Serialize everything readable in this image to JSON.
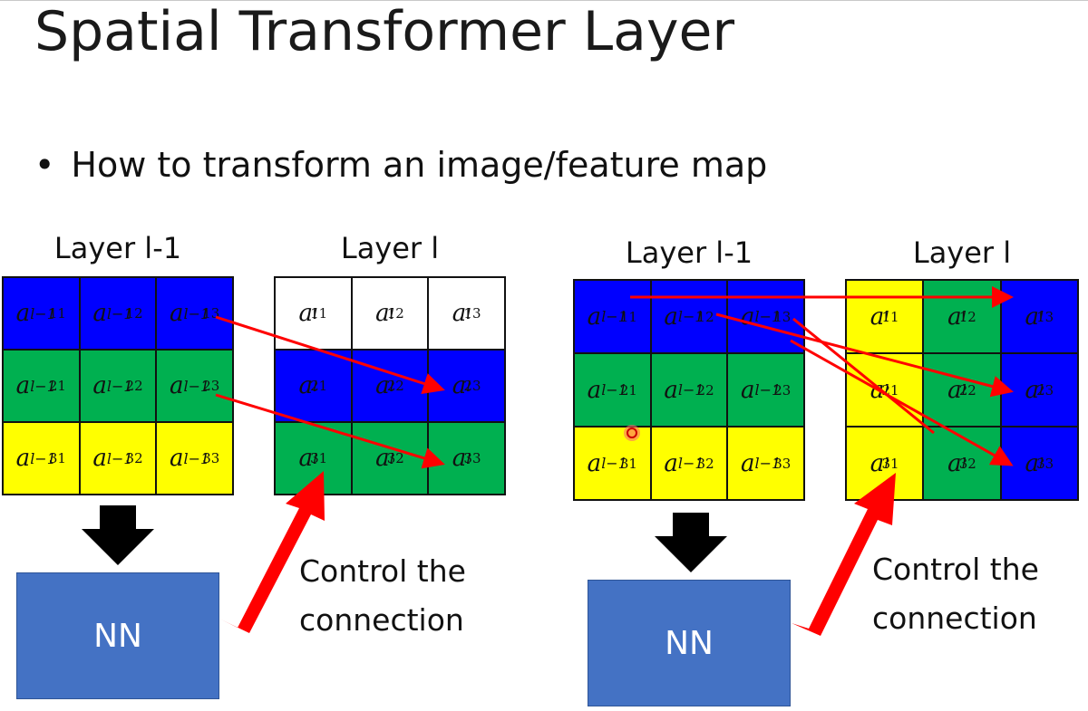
{
  "slide": {
    "title": "Spatial Transformer Layer",
    "bullet_glyph": "•",
    "bullet": "How to transform an image/feature map"
  },
  "colors": {
    "blue": "#0000ff",
    "green": "#00b050",
    "yellow": "#ffff00",
    "white": "#ffffff",
    "nn_box": "#4472c4",
    "arrow_red": "#ff0000",
    "arrow_black": "#000000"
  },
  "left_diagram": {
    "input_label": "Layer l-1",
    "output_label": "Layer l",
    "input_grid": [
      [
        {
          "sup": "l−1",
          "sub": "11",
          "color": "blue"
        },
        {
          "sup": "l−1",
          "sub": "12",
          "color": "blue"
        },
        {
          "sup": "l−1",
          "sub": "13",
          "color": "blue"
        }
      ],
      [
        {
          "sup": "l−1",
          "sub": "21",
          "color": "green"
        },
        {
          "sup": "l−1",
          "sub": "22",
          "color": "green"
        },
        {
          "sup": "l−1",
          "sub": "23",
          "color": "green"
        }
      ],
      [
        {
          "sup": "l−1",
          "sub": "31",
          "color": "yellow"
        },
        {
          "sup": "l−1",
          "sub": "32",
          "color": "yellow"
        },
        {
          "sup": "l−1",
          "sub": "33",
          "color": "yellow"
        }
      ]
    ],
    "output_grid": [
      [
        {
          "sup": "l",
          "sub": "11",
          "color": "white"
        },
        {
          "sup": "l",
          "sub": "12",
          "color": "white"
        },
        {
          "sup": "l",
          "sub": "13",
          "color": "white"
        }
      ],
      [
        {
          "sup": "l",
          "sub": "21",
          "color": "blue"
        },
        {
          "sup": "l",
          "sub": "22",
          "color": "blue"
        },
        {
          "sup": "l",
          "sub": "23",
          "color": "blue"
        }
      ],
      [
        {
          "sup": "l",
          "sub": "31",
          "color": "green"
        },
        {
          "sup": "l",
          "sub": "32",
          "color": "green"
        },
        {
          "sup": "l",
          "sub": "33",
          "color": "green"
        }
      ]
    ],
    "nn_label": "NN",
    "control_line1": "Control the",
    "control_line2": "connection"
  },
  "right_diagram": {
    "input_label": "Layer l-1",
    "output_label": "Layer l",
    "input_grid": [
      [
        {
          "sup": "l−1",
          "sub": "11",
          "color": "blue"
        },
        {
          "sup": "l−1",
          "sub": "12",
          "color": "blue"
        },
        {
          "sup": "l−1",
          "sub": "13",
          "color": "blue"
        }
      ],
      [
        {
          "sup": "l−1",
          "sub": "21",
          "color": "green"
        },
        {
          "sup": "l−1",
          "sub": "22",
          "color": "green"
        },
        {
          "sup": "l−1",
          "sub": "23",
          "color": "green"
        }
      ],
      [
        {
          "sup": "l−1",
          "sub": "31",
          "color": "yellow"
        },
        {
          "sup": "l−1",
          "sub": "32",
          "color": "yellow"
        },
        {
          "sup": "l−1",
          "sub": "33",
          "color": "yellow"
        }
      ]
    ],
    "output_grid": [
      [
        {
          "sup": "l",
          "sub": "11",
          "color": "yellow"
        },
        {
          "sup": "l",
          "sub": "12",
          "color": "green"
        },
        {
          "sup": "l",
          "sub": "13",
          "color": "blue"
        }
      ],
      [
        {
          "sup": "l",
          "sub": "21",
          "color": "yellow"
        },
        {
          "sup": "l",
          "sub": "22",
          "color": "green"
        },
        {
          "sup": "l",
          "sub": "23",
          "color": "blue"
        }
      ],
      [
        {
          "sup": "l",
          "sub": "31",
          "color": "yellow"
        },
        {
          "sup": "l",
          "sub": "32",
          "color": "green"
        },
        {
          "sup": "l",
          "sub": "33",
          "color": "blue"
        }
      ]
    ],
    "nn_label": "NN",
    "control_line1": "Control the",
    "control_line2": "connection"
  }
}
